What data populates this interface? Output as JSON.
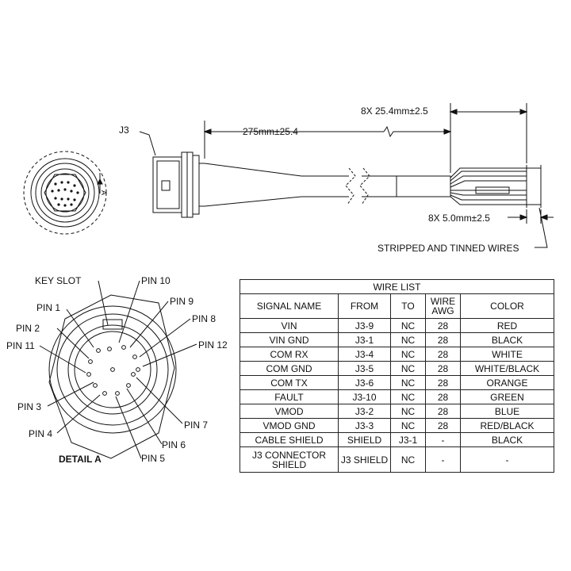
{
  "labels": {
    "j3": "J3",
    "length_main": "275mm±25.4",
    "length_tinned_top": "8X 25.4mm±2.5",
    "length_strip": "8X 5.0mm±2.5",
    "stripped": "STRIPPED AND TINNED WIRES",
    "section_a": "A",
    "detail": "DETAIL A",
    "key_slot": "KEY SLOT"
  },
  "pins": [
    "PIN 10",
    "PIN 9",
    "PIN 8",
    "PIN 12",
    "PIN 1",
    "PIN 2",
    "PIN 11",
    "PIN 3",
    "PIN 4",
    "PIN 5",
    "PIN 6",
    "PIN 7"
  ],
  "wire_list": {
    "title": "WIRE LIST",
    "headers": [
      "SIGNAL NAME",
      "FROM",
      "TO",
      "WIRE AWG",
      "COLOR"
    ],
    "rows": [
      [
        "VIN",
        "J3-9",
        "NC",
        "28",
        "RED"
      ],
      [
        "VIN GND",
        "J3-1",
        "NC",
        "28",
        "BLACK"
      ],
      [
        "COM RX",
        "J3-4",
        "NC",
        "28",
        "WHITE"
      ],
      [
        "COM GND",
        "J3-5",
        "NC",
        "28",
        "WHITE/BLACK"
      ],
      [
        "COM TX",
        "J3-6",
        "NC",
        "28",
        "ORANGE"
      ],
      [
        "FAULT",
        "J3-10",
        "NC",
        "28",
        "GREEN"
      ],
      [
        "VMOD",
        "J3-2",
        "NC",
        "28",
        "BLUE"
      ],
      [
        "VMOD GND",
        "J3-3",
        "NC",
        "28",
        "RED/BLACK"
      ],
      [
        "CABLE SHIELD",
        "SHIELD",
        "J3-1",
        "-",
        "BLACK"
      ],
      [
        "J3 CONNECTOR SHIELD",
        "J3 SHIELD",
        "NC",
        "-",
        "-"
      ]
    ]
  }
}
